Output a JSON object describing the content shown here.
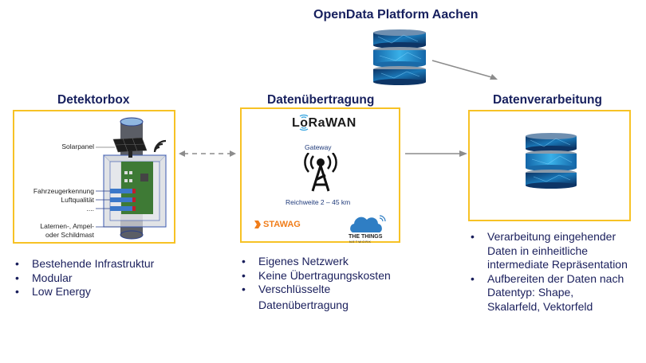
{
  "platform": {
    "title": "OpenData Platform Aachen",
    "icon": "database-icon"
  },
  "sections": {
    "detektorbox": {
      "title": "Detektorbox",
      "labels": {
        "solarpanel": "Solarpanel",
        "fahrzeug": "Fahrzeugerkennung",
        "luft": "Luftqualität",
        "more": "....",
        "mast1": "Laternen-, Ampel-",
        "mast2": "oder Schildmast"
      },
      "bullets": [
        "Bestehende Infrastruktur",
        "Modular",
        "Low Energy"
      ]
    },
    "datenuebertragung": {
      "title": "Datenübertragung",
      "lorawan": "LoRaWAN",
      "gateway": "Gateway",
      "range": "Reichweite 2 – 45 km",
      "stawag": "STAWAG",
      "ttn_line1": "THE THINGS",
      "ttn_line2": "N E T W O R K",
      "bullets": [
        "Eigenes Netzwerk",
        "Keine Übertragungskosten",
        "Verschlüsselte",
        "Datenübertragung"
      ]
    },
    "datenverarbeitung": {
      "title": "Datenverarbeitung",
      "bullets": [
        "Verarbeitung eingehender Daten in einheitliche intermediate Repräsentation",
        "Aufbereiten der Daten nach Datentyp: Shape, Skalarfeld, Vektorfeld"
      ]
    }
  },
  "colors": {
    "title": "#17205e",
    "box_border": "#f7c225",
    "arrow": "#8c8c8c",
    "stawag": "#f07d1a",
    "ttn_cloud": "#2f7ec4"
  }
}
